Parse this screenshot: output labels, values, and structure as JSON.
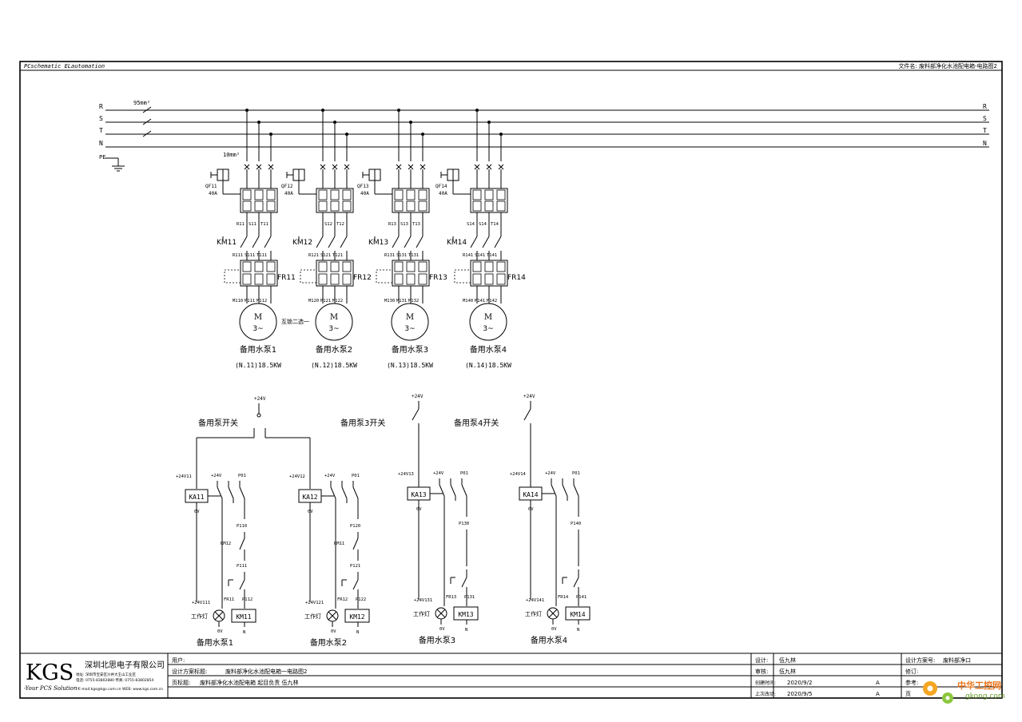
{
  "header": {
    "left": "PCschematic ELautomation",
    "right": "文件名: 废料部净化水池配电箱-电路图2"
  },
  "bus": {
    "lines": [
      "R",
      "S",
      "T",
      "N"
    ],
    "pe": "PE",
    "main_cable": "95mm²",
    "branch_cable": "10mm²"
  },
  "motors": [
    {
      "breaker": "QF11",
      "rating": "40A",
      "contactor": "KM11",
      "overload": "FR11",
      "in_labels": [
        "R11",
        "S11",
        "T11"
      ],
      "mid_labels": [
        "R111",
        "S111",
        "T111"
      ],
      "out_labels": [
        "M110",
        "M111",
        "M112"
      ],
      "symbol": "M",
      "phase": "3~",
      "name": "备用水泵1",
      "spec": "(N.11)18.5KW"
    },
    {
      "breaker": "QF12",
      "rating": "40A",
      "contactor": "KM12",
      "overload": "FR12",
      "in_labels": [
        "",
        "S12",
        "T12"
      ],
      "mid_labels": [
        "R121",
        "S121",
        "T121"
      ],
      "out_labels": [
        "M120",
        "M121",
        "M122"
      ],
      "symbol": "M",
      "phase": "3~",
      "name": "备用水泵2",
      "spec": "(N.12)18.5KW"
    },
    {
      "breaker": "QF13",
      "rating": "40A",
      "contactor": "KM13",
      "overload": "FR13",
      "in_labels": [
        "R13",
        "S13",
        "T13"
      ],
      "mid_labels": [
        "R131",
        "S131",
        "T131"
      ],
      "out_labels": [
        "M130",
        "M131",
        "M132"
      ],
      "symbol": "M",
      "phase": "3~",
      "name": "备用水泵3",
      "spec": "(N.13)18.5KW"
    },
    {
      "breaker": "QF14",
      "rating": "40A",
      "contactor": "KM14",
      "overload": "FR14",
      "in_labels": [
        "S14",
        "S14",
        "T14"
      ],
      "mid_labels": [
        "R141",
        "S141",
        "T141"
      ],
      "out_labels": [
        "M140",
        "M141",
        "M142"
      ],
      "symbol": "M",
      "phase": "3~",
      "name": "备用水泵4",
      "spec": "(N.14)18.5KW"
    }
  ],
  "motor_note": "互锁二选一",
  "switches": {
    "pump12": "备用泵开关",
    "pump3": "备用泵3开关",
    "pump4": "备用泵4开关",
    "supply": "+24V"
  },
  "control": [
    {
      "supply_in": "+24V11",
      "relay": "KA11",
      "zero": "0V",
      "plus": "+24V",
      "p_label": "P01",
      "interlock": "KM12",
      "p_a": "P110",
      "p_b": "P111",
      "p_c": "P112",
      "lamp_in": "+24V111",
      "fr": "FR11",
      "lamp_label": "工作灯",
      "coil": "KM11",
      "lamp_zero": "0V",
      "coil_n": "N",
      "name": "备用水泵1"
    },
    {
      "supply_in": "+24V12",
      "relay": "KA12",
      "zero": "0V",
      "plus": "+24V",
      "p_label": "P01",
      "interlock": "KM11",
      "p_a": "P120",
      "p_b": "P121",
      "p_c": "P122",
      "lamp_in": "+24V121",
      "fr": "FR12",
      "lamp_label": "工作灯",
      "coil": "KM12",
      "lamp_zero": "0V",
      "coil_n": "N",
      "name": "备用水泵2"
    },
    {
      "supply_in": "+24V13",
      "relay": "KA13",
      "zero": "0V",
      "plus": "+24V",
      "p_label": "P01",
      "interlock": "",
      "p_a": "P130",
      "p_b": "",
      "p_c": "P131",
      "lamp_in": "+24V131",
      "fr": "FR13",
      "lamp_label": "工作灯",
      "coil": "KM13",
      "lamp_zero": "0V",
      "coil_n": "N",
      "name": "备用水泵3"
    },
    {
      "supply_in": "+24V14",
      "relay": "KA14",
      "zero": "0V",
      "plus": "+24V",
      "p_label": "P01",
      "interlock": "",
      "p_a": "P140",
      "p_b": "",
      "p_c": "P141",
      "lamp_in": "+24V141",
      "fr": "FR14",
      "lamp_label": "工作灯",
      "coil": "KM14",
      "lamp_zero": "0V",
      "coil_n": "N",
      "name": "备用水泵4"
    }
  ],
  "title_block": {
    "logo": "KGS",
    "company": "深圳北思电子有限公司",
    "address": "地址: 深圳市宝安区沙井大王山工业区",
    "phone": "电话: 0755-83802880   传真: 0755-83802854",
    "tagline": "-Your PCS Solution-",
    "email": "E-mail:kgs@kgs.com.cn   WEB: www.kgs.com.cn",
    "user_label": "用户:",
    "project_label": "设计方案标题:",
    "project_value": "废料部净化水池配电箱一电路图2",
    "page_label": "页标题:",
    "page_value": "废料部净化水池配电箱 起目负责 伍九林",
    "design_label": "设计:",
    "design_value": "伍九林",
    "check_label": "审核:",
    "check_value": "伍九林",
    "created_label": "创建时间:",
    "created_value": "2020/9/2",
    "modified_label": "上次改动:",
    "modified_value": "2020/9/5",
    "rev1": "A",
    "rev2": "A",
    "scheme_label": "设计方案号:",
    "scheme_value": "废料部净口",
    "revise_label": "修订:",
    "ref_label": "参考:",
    "page_num_label": "页"
  },
  "watermark": {
    "text": "中华工控网",
    "url": "gkong.com"
  }
}
